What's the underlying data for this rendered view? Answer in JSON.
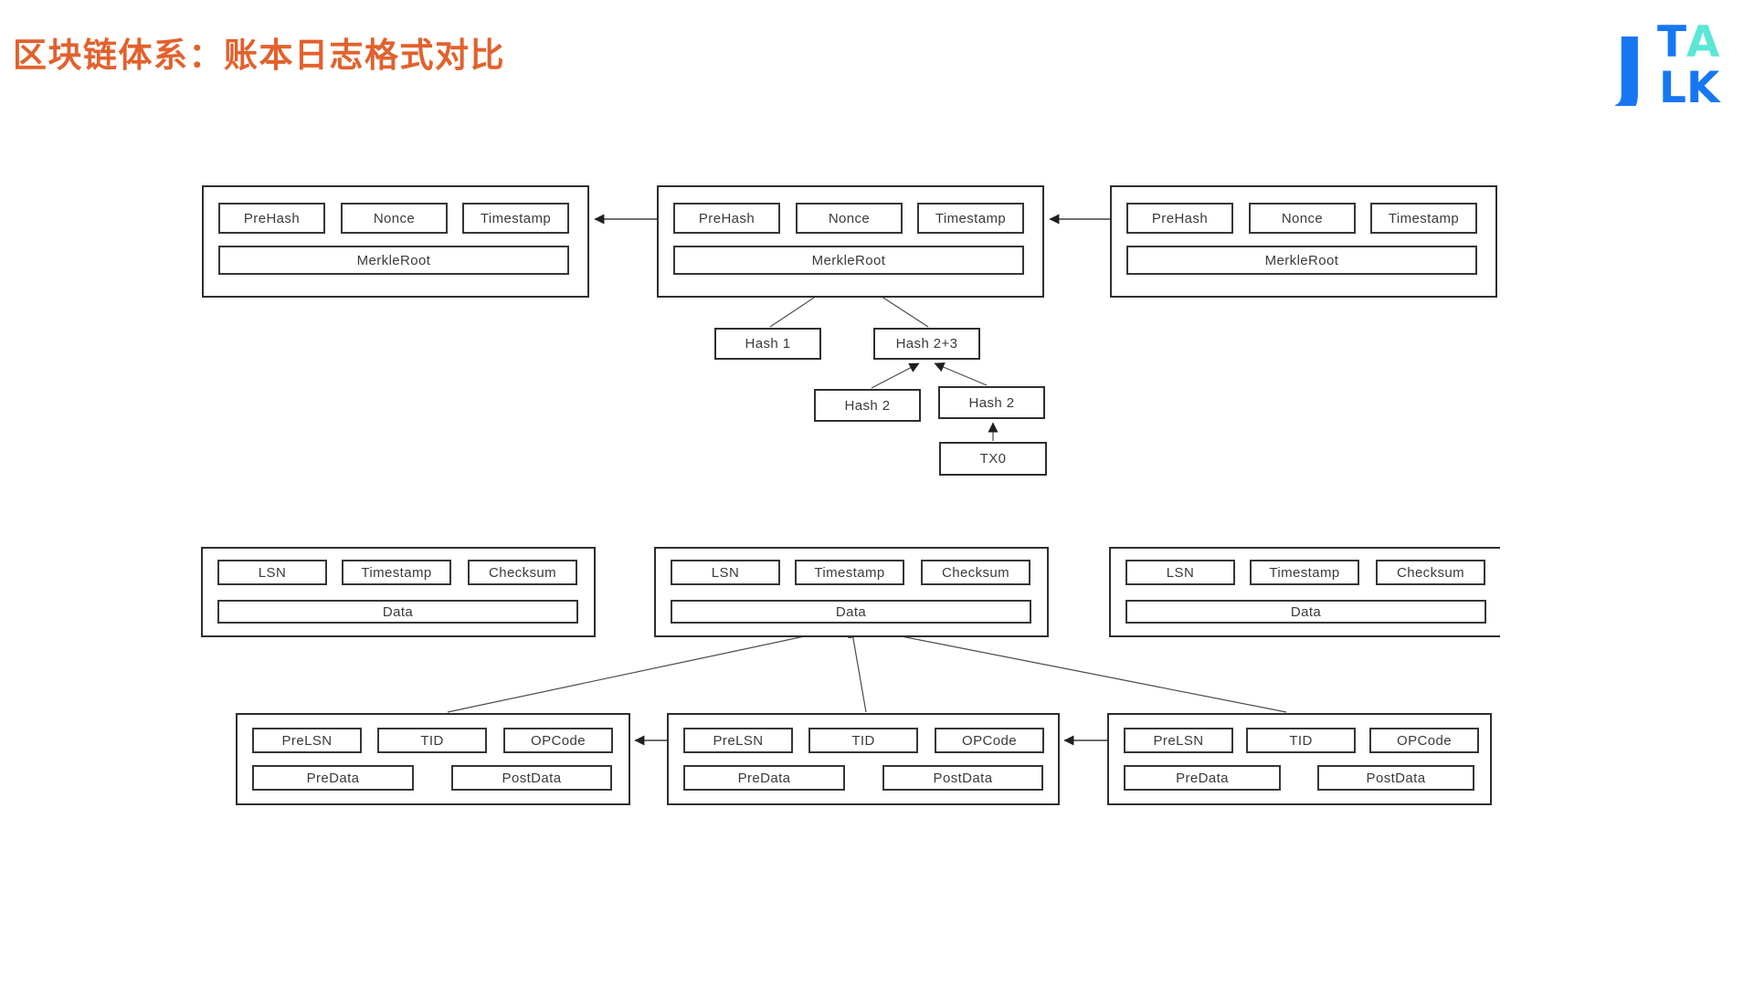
{
  "title": "区块链体系：账本日志格式对比",
  "logo": {
    "text": "JTALK",
    "j": "J",
    "t": "T",
    "a": "A",
    "l": "L",
    "k": "K",
    "blue": "#1777f3",
    "teal": "#5be7d6"
  },
  "colors": {
    "title_orange": "#e2612d",
    "line": "#3f3f3f",
    "border": "#2e2e2e",
    "text": "#3a3a3a",
    "background": "#ffffff"
  },
  "chain_block": {
    "fields": [
      "PreHash",
      "Nonce",
      "Timestamp"
    ],
    "wide": "MerkleRoot"
  },
  "merkle": {
    "hash1": "Hash 1",
    "hash23": "Hash 2+3",
    "hash2_left": "Hash 2",
    "hash2_right": "Hash 2",
    "tx0": "TX0"
  },
  "page_block": {
    "fields": [
      "LSN",
      "Timestamp",
      "Checksum"
    ],
    "wide": "Data"
  },
  "record_block": {
    "fields": [
      "PreLSN",
      "TID",
      "OPCode"
    ],
    "row2": [
      "PreData",
      "PostData"
    ]
  }
}
